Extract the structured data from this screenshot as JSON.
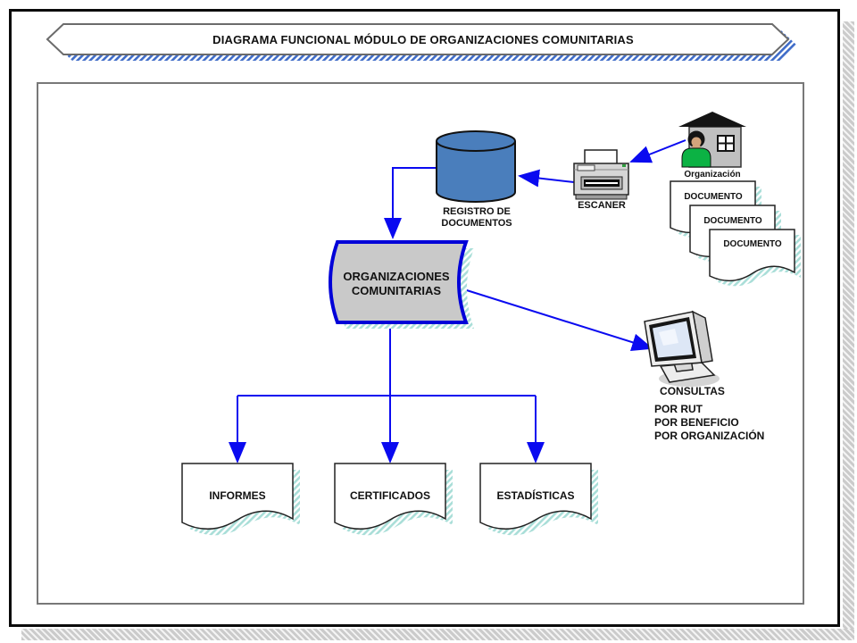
{
  "title": "DIAGRAMA FUNCIONAL MÓDULO DE ORGANIZACIONES COMUNITARIAS",
  "nodes": {
    "registro_documentos": {
      "label": [
        "REGISTRO DE",
        "DOCUMENTOS"
      ]
    },
    "escaner": {
      "label": "ESCANER"
    },
    "organizacion": {
      "label": "Organización"
    },
    "documentos_entrada": [
      {
        "label": "DOCUMENTO"
      },
      {
        "label": "DOCUMENTO"
      },
      {
        "label": "DOCUMENTO"
      }
    ],
    "organizaciones_comunitarias": {
      "label": [
        "ORGANIZACIONES",
        "COMUNITARIAS"
      ]
    },
    "consultas": {
      "label": "CONSULTAS",
      "items": [
        "POR RUT",
        "POR BENEFICIO",
        "POR ORGANIZACIÓN"
      ]
    },
    "salidas": [
      {
        "label": "INFORMES"
      },
      {
        "label": "CERTIFICADOS"
      },
      {
        "label": "ESTADÍSTICAS"
      }
    ]
  },
  "icons": [
    "database-cylinder-icon",
    "scanner-icon",
    "house-person-icon",
    "document-sheet-icon",
    "stored-data-shape",
    "monitor-icon"
  ],
  "colors": {
    "connector_blue": "#0a0af0",
    "database_fill": "#4a7ebc",
    "storage_fill": "#c9c9c9",
    "storage_border": "#0000d8",
    "person_green": "#0cb244",
    "doc_shadow_teal": "#a9ded8",
    "banner_shadow_blue": "#3f6cc8",
    "frame_gray": "#787878"
  }
}
